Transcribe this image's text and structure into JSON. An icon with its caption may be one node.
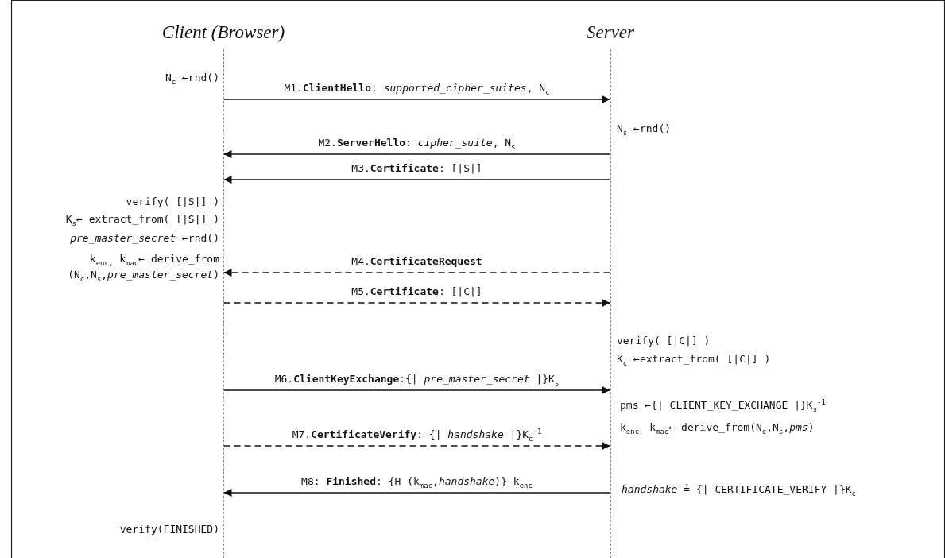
{
  "diagram": {
    "nodes": [
      {
        "text": [],
        "shape": "line"
      },
      {
        "text": [],
        "shape": "line"
      }
    ],
    "edges": [
      {
        "from": 0,
        "to": 1,
        "arrow": "to",
        "label": "M1.**ClientHello**: *supported_cipher_suites*, N$_{c}$"
      },
      {
        "from": 1,
        "to": 0,
        "arrow": "to",
        "label": "M2.**ServerHello**: *cipher_suite*, N$_{s}$"
      },
      {
        "from": 1,
        "to": 0,
        "arrow": "to",
        "label": "M3.**Certificate**: [|S|]"
      },
      {
        "from": 1,
        "to": 0,
        "arrow": "to",
        "style": "dashed",
        "label": "M4.**CertificateRequest**"
      },
      {
        "from": 0,
        "to": 1,
        "arrow": "to",
        "style": "dashed",
        "label": "M5.**Certificate**: [|C|]"
      },
      {
        "from": 0,
        "to": 1,
        "arrow": "to",
        "label": "M6.**ClientKeyExchange**:{| *pre_master_secret* |}K$_{s}$"
      },
      {
        "from": 0,
        "to": 1,
        "arrow": "to",
        "style": "dashed",
        "label": "M7.**CertificateVerify**: {| *handshake* |}K$_{c}$$^{-1}$"
      },
      {
        "from": 1,
        "to": 0,
        "arrow": "to",
        "label": "M8: **Finished**: {H (k$_{mac}$,*handshake*)} k$_{enc}$"
      }
    ],
    "labels": [
      "Client (Browser)",
      "Server",
      "N$_{c}$ ←rnd()",
      "N$_{s}$ ←rnd()",
      "verify( [|S|] )",
      "K$_{s}$← extract_from( [|S|] )",
      "*pre_master_secret* ←rnd()",
      "k$_{enc,}$ k$_{mac}$← derive_from (N$_{c}$,N$_{s}$,*pre_master_secret*)",
      "verify( [|C|] )",
      "K$_{c}$ ←extract_from( [|C|] )",
      "pms ←{| CLIENT_KEY_EXCHANGE |}K$_{s}$$^{-1}$",
      "k$_{enc,}$ k$_{mac}$← derive_from(N$_{c}$,N$_{s}$,*pms*)",
      "*handshake* ≟ {| CERTIFICATE_VERIFY |}K$_{c}$",
      "verify(FINISHED)"
    ]
  }
}
